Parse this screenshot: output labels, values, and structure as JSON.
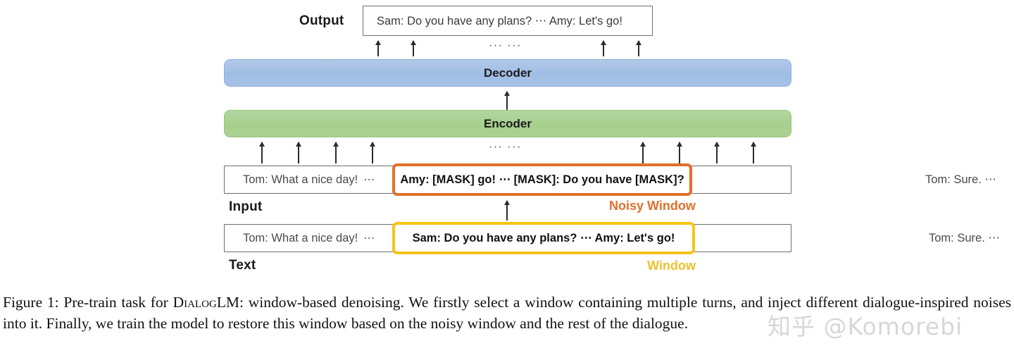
{
  "figure": {
    "labels": {
      "output": "Output",
      "input": "Input",
      "text": "Text"
    },
    "blocks": {
      "decoder": "Decoder",
      "encoder": "Encoder"
    },
    "output_row": {
      "content": "Sam: Do you have any plans? ⋯ Amy: Let's go!"
    },
    "input_row": {
      "left": "Tom: What a nice day!",
      "left_dots": "⋯",
      "window": "Amy: [MASK] go! ⋯ [MASK]: Do you have [MASK]?",
      "right": "Tom: Sure. ⋯",
      "window_caption": "Noisy Window"
    },
    "text_row": {
      "left": "Tom: What a nice day!",
      "left_dots": "⋯",
      "window": "Sam: Do you have any plans? ⋯ Amy: Let's go!",
      "right": "Tom: Sure. ⋯",
      "window_caption": "Window"
    },
    "ellipsis": {
      "decoder_gap": "··· ···",
      "encoder_gap": "··· ···"
    },
    "colors": {
      "decoder_fill": "#a3c0e5",
      "encoder_fill": "#a8d08d",
      "noisy_window_border": "#e0702b",
      "clean_window_border": "#f5c518",
      "noisy_caption": "#e0702b",
      "clean_caption": "#edc12e",
      "box_border": "#6e6e6e",
      "arrow": "#2b2b2b"
    }
  },
  "caption": {
    "prefix": "Figure 1: Pre-train task for ",
    "model_name": "DialogLM",
    "body": ": window-based denoising. We firstly select a window containing multiple turns, and inject different dialogue-inspired noises into it. Finally, we train the model to restore this window based on the noisy window and the rest of the dialogue."
  },
  "watermark": {
    "text": "知乎 @Komorebi"
  }
}
